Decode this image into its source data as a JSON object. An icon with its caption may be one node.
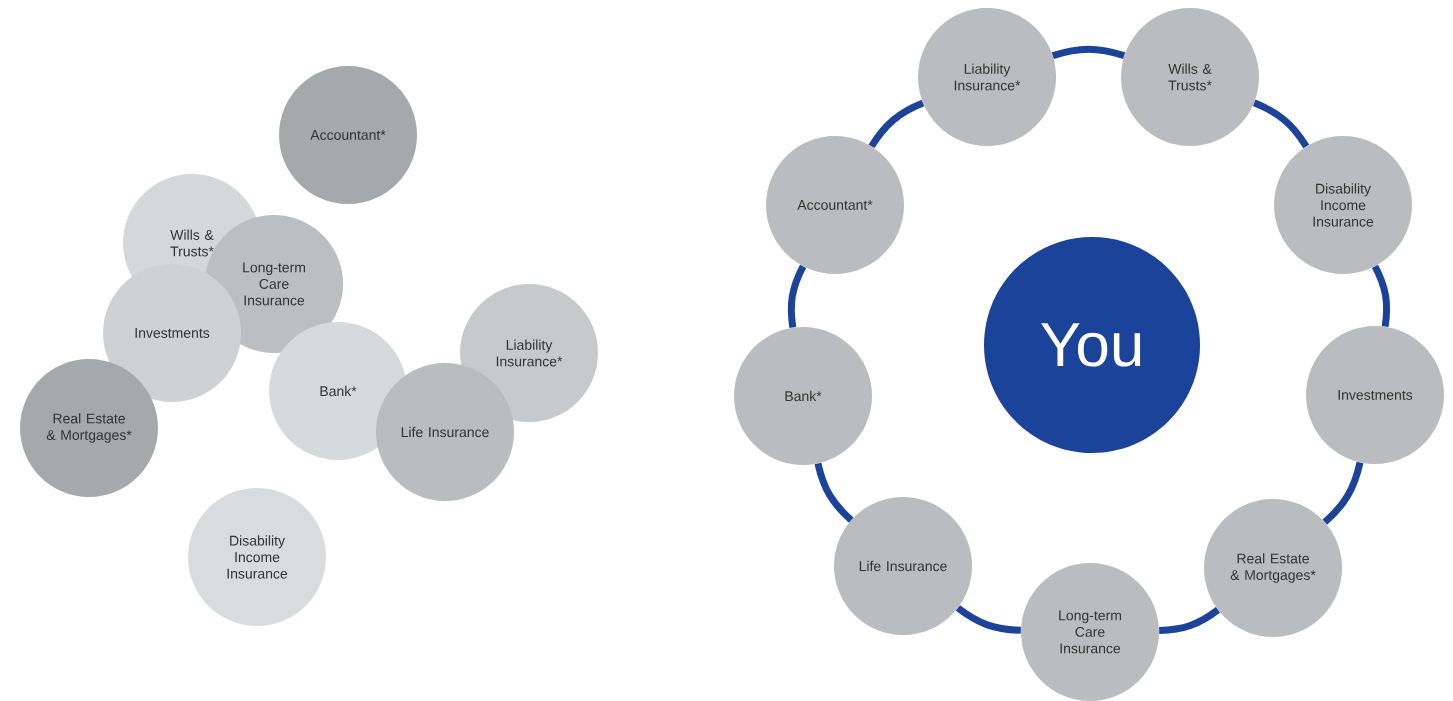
{
  "diagram": {
    "nodes": [
      {
        "text": [
          "Accountant*"
        ]
      },
      {
        "text": [
          "Wills & Trusts*"
        ]
      },
      {
        "text": [
          "Long-term Care Insurance"
        ]
      },
      {
        "text": [
          "Investments"
        ]
      },
      {
        "text": [
          "Liability Insurance*"
        ]
      },
      {
        "text": [
          "Bank*"
        ]
      },
      {
        "text": [
          "Real Estate & Mortgages*"
        ]
      },
      {
        "text": [
          "Life Insurance"
        ]
      },
      {
        "text": [
          "Disability Income Insurance"
        ]
      },
      {
        "text": [
          "Liability Insurance*"
        ]
      },
      {
        "text": [
          "Wills & Trusts*"
        ]
      },
      {
        "text": [
          "Accountant*"
        ]
      },
      {
        "text": [
          "Disability Income Insurance"
        ]
      },
      {
        "text": [
          "You"
        ]
      },
      {
        "text": [
          "Bank*"
        ]
      },
      {
        "text": [
          "Investments"
        ]
      },
      {
        "text": [
          "Life Insurance"
        ]
      },
      {
        "text": [
          "Real Estate & Mortgages*"
        ]
      },
      {
        "text": [
          "Long-term Care Insurance"
        ]
      }
    ],
    "edges": [
      {
        "from": 9,
        "to": 10,
        "arrow": "none"
      },
      {
        "from": 10,
        "to": 12,
        "arrow": "none"
      },
      {
        "from": 12,
        "to": 15,
        "arrow": "none"
      },
      {
        "from": 15,
        "to": 17,
        "arrow": "none"
      },
      {
        "from": 17,
        "to": 18,
        "arrow": "none"
      },
      {
        "from": 18,
        "to": 16,
        "arrow": "none"
      },
      {
        "from": 16,
        "to": 14,
        "arrow": "none"
      },
      {
        "from": 14,
        "to": 11,
        "arrow": "none"
      },
      {
        "from": 11,
        "to": 9,
        "arrow": "none"
      }
    ]
  }
}
